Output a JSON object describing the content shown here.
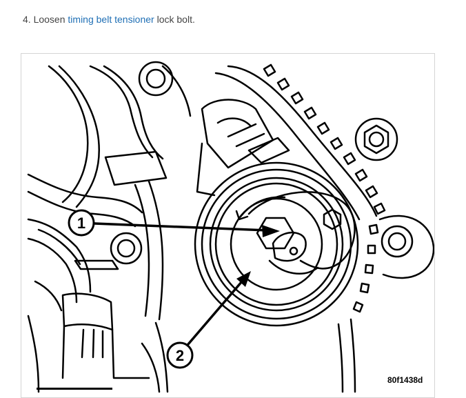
{
  "step": {
    "number": "4.",
    "prefix": "Loosen",
    "link_text": "timing belt tensioner",
    "suffix": "lock bolt."
  },
  "figure": {
    "callout_1": "1",
    "callout_2": "2",
    "code": "80f1438d"
  },
  "colors": {
    "link": "#1f6fb5",
    "text": "#444444",
    "frame_border": "#d4d4d4"
  }
}
